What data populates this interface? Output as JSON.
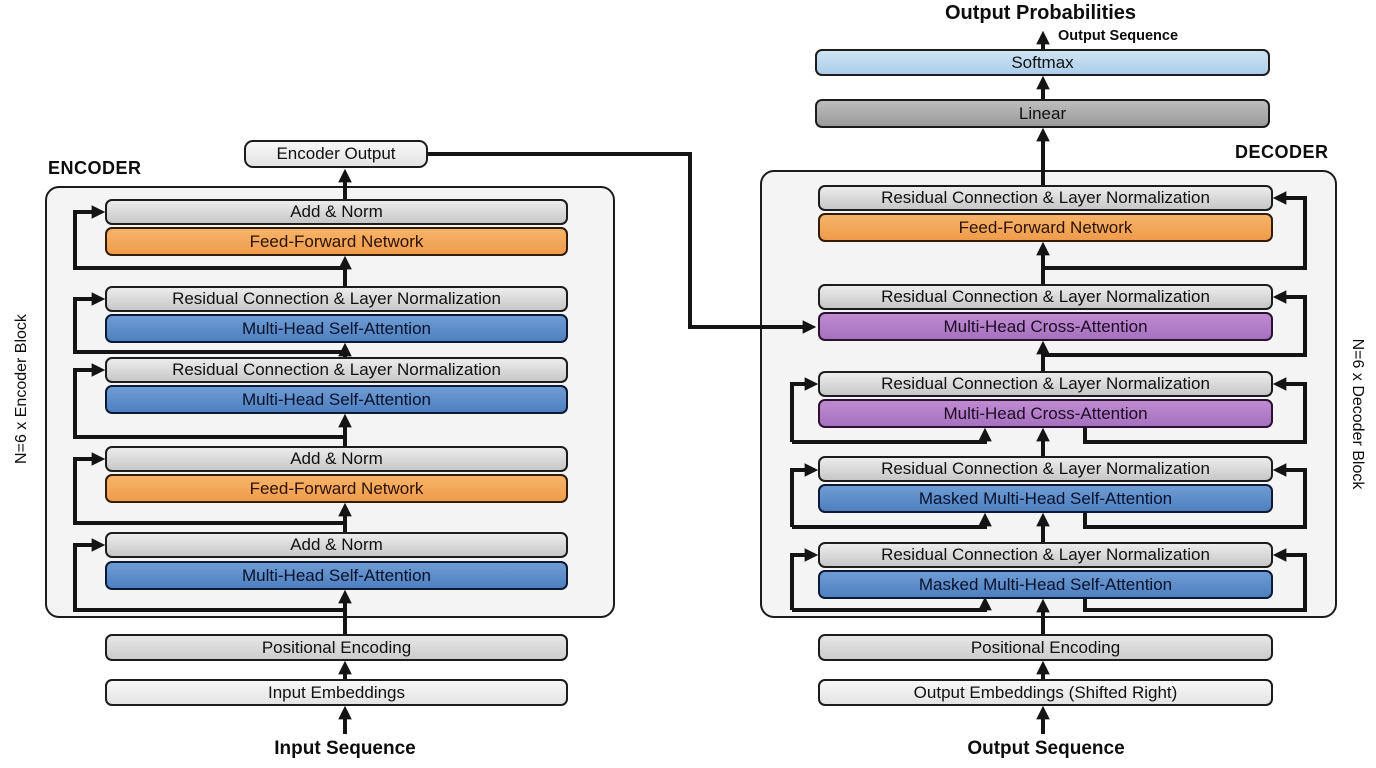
{
  "header": {
    "output_probabilities": "Output Probabilities",
    "output_sequence_arrow_label": "Output Sequence"
  },
  "colors": {
    "feed_forward": "#F2A65A",
    "self_attention": "#5B8DC8",
    "cross_attention": "#B580CA",
    "sublayer_gray": "#D6D6D6",
    "softmax": "#BCD6EC",
    "linear": "#ADADAD",
    "panel_bg": "#F4F4F4",
    "wire": "#141414"
  },
  "encoder": {
    "label": "ENCODER",
    "side_label": "N=6 x Encoder Block",
    "output_box": "Encoder Output",
    "pairs": [
      {
        "top": "Add & Norm",
        "bottom": "Feed-Forward Network"
      },
      {
        "top": "Residual Connection & Layer Normalization",
        "bottom": "Multi-Head Self-Attention"
      },
      {
        "top": "Residual Connection & Layer Normalization",
        "bottom": "Multi-Head Self-Attention"
      },
      {
        "top": "Add & Norm",
        "bottom": "Feed-Forward Network"
      },
      {
        "top": "Add & Norm",
        "bottom": "Multi-Head Self-Attention"
      }
    ],
    "positional_encoding": "Positional Encoding",
    "embeddings": "Input Embeddings",
    "input_label": "Input Sequence"
  },
  "decoder": {
    "label": "DECODER",
    "side_label": "N=6 x Decoder Block",
    "softmax": "Softmax",
    "linear": "Linear",
    "pairs": [
      {
        "top": "Residual Connection & Layer Normalization",
        "bottom": "Feed-Forward Network"
      },
      {
        "top": "Residual Connection & Layer Normalization",
        "bottom": "Multi-Head Cross-Attention"
      },
      {
        "top": "Residual Connection & Layer Normalization",
        "bottom": "Multi-Head Cross-Attention"
      },
      {
        "top": "Residual Connection & Layer Normalization",
        "bottom": "Masked Multi-Head Self-Attention"
      },
      {
        "top": "Residual Connection & Layer Normalization",
        "bottom": "Masked Multi-Head Self-Attention"
      }
    ],
    "positional_encoding": "Positional Encoding",
    "embeddings": "Output Embeddings (Shifted Right)",
    "input_label": "Output Sequence"
  }
}
